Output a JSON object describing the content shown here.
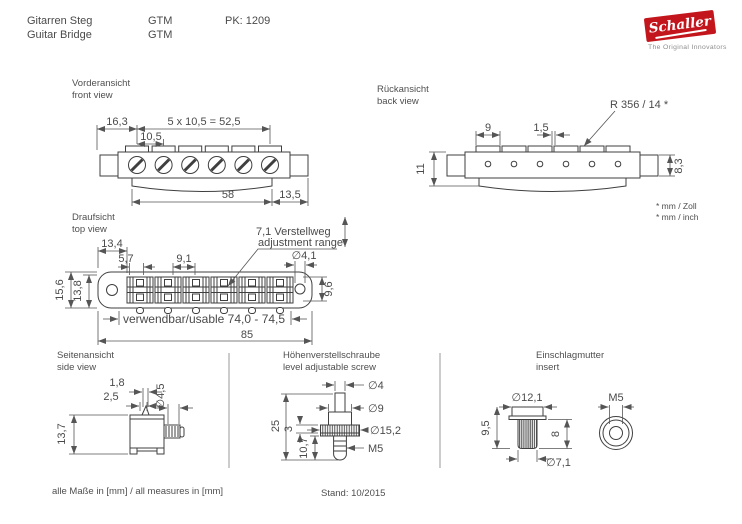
{
  "header": {
    "title_de": "Gitarren Steg",
    "title_en": "Guitar Bridge",
    "model_de": "GTM",
    "model_en": "GTM",
    "pk": "PK: 1209"
  },
  "logo": {
    "brand": "Schaller",
    "tagline": "The Original Innovators",
    "red": "#c3161c"
  },
  "views": {
    "front": {
      "label_de": "Vorderansicht",
      "label_en": "front view",
      "dims": {
        "offset": "16,3",
        "pitch_total": "5 x 10,5 = 52,5",
        "pitch": "10,5",
        "body_width": "58",
        "end_width": "13,5"
      }
    },
    "back": {
      "label_de": "Rückansicht",
      "label_en": "back view",
      "dims": {
        "saddle_width": "9",
        "gap": "1,5",
        "radius": "R 356 / 14 *",
        "height": "11",
        "end_height": "8,3"
      },
      "notes": [
        "* mm / Zoll",
        "* mm / inch"
      ]
    },
    "top": {
      "label_de": "Draufsicht",
      "label_en": "top view",
      "callout_de": "7,1 Verstellweg",
      "callout_en": "adjustment range",
      "dims": {
        "end_offset": "13,4",
        "slot_width": "5,7",
        "slot_pitch": "9,1",
        "hole": "∅4,1",
        "height": "15,6",
        "deck_height": "13,8",
        "saddle_depth": "9,6",
        "usable": "verwendbar/usable 74,0 - 74,5",
        "total_length": "85"
      }
    },
    "side": {
      "label_de": "Seitenansicht",
      "label_en": "side view",
      "dims": {
        "blade_tip": "1,8",
        "blade_base": "2,5",
        "pin": "∅4,5",
        "height": "13,7"
      }
    },
    "screw": {
      "label_de": "Höhenverstellschraube",
      "label_en": "level adjustable screw",
      "dims": {
        "shaft": "∅4",
        "collar": "∅9",
        "wheel": "∅15,2",
        "thread": "M5",
        "length": "25",
        "wheel_height": "3",
        "lower_length": "10,7"
      }
    },
    "insert": {
      "label_de": "Einschlagmutter",
      "label_en": "insert",
      "dims": {
        "flange": "∅12,1",
        "thread": "M5",
        "depth": "9,5",
        "body_height": "8",
        "body": "∅7,1"
      }
    }
  },
  "footer": {
    "units": "alle Maße in [mm] / all measures in [mm]",
    "revision": "Stand: 10/2015"
  }
}
